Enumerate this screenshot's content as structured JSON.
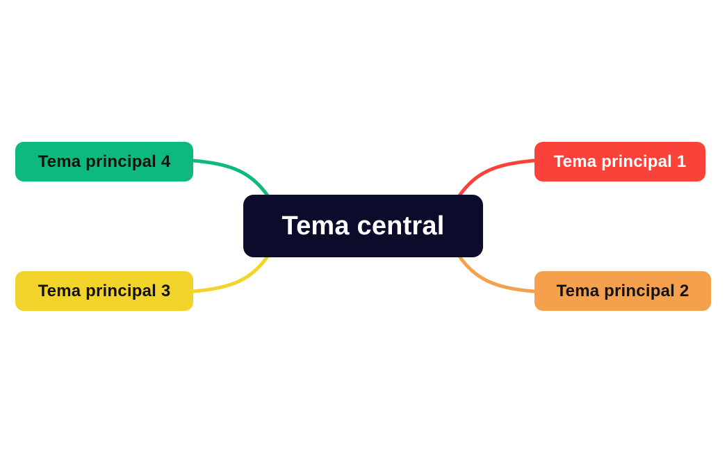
{
  "diagram": {
    "type": "mindmap",
    "background": "#ffffff"
  },
  "central": {
    "label": "Tema central",
    "color": "#0b0b2b",
    "text_color": "#ffffff"
  },
  "topics": [
    {
      "id": 1,
      "label": "Tema principal 1",
      "color": "#f9423a",
      "text_color": "#ffffff",
      "position": "top-right"
    },
    {
      "id": 2,
      "label": "Tema principal 2",
      "color": "#f5a04c",
      "text_color": "#131313",
      "position": "bottom-right"
    },
    {
      "id": 3,
      "label": "Tema principal 3",
      "color": "#f2d32b",
      "text_color": "#131313",
      "position": "bottom-left"
    },
    {
      "id": 4,
      "label": "Tema principal 4",
      "color": "#0db97c",
      "text_color": "#131313",
      "position": "top-left"
    }
  ]
}
